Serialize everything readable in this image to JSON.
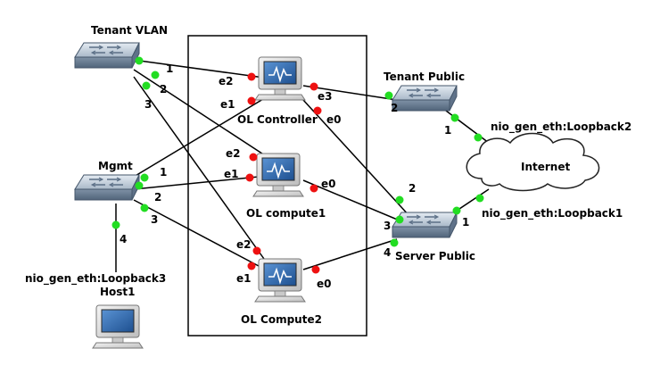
{
  "nodes": {
    "tenant_vlan": "Tenant VLAN",
    "tenant_public": "Tenant Public",
    "mgmt": "Mgmt",
    "server_public": "Server Public",
    "ol_controller": "OL Controller",
    "ol_compute1": "OL compute1",
    "ol_compute2": "OL Compute2",
    "host1": "Host1",
    "internet": "Internet"
  },
  "link_labels": {
    "loopback2": "nio_gen_eth:Loopback2",
    "loopback1": "nio_gen_eth:Loopback1",
    "loopback3": "nio_gen_eth:Loopback3"
  },
  "ports": {
    "tv_1": "1",
    "tv_2": "2",
    "tv_3": "3",
    "ctl_e2": "e2",
    "ctl_e1": "e1",
    "ctl_e3": "e3",
    "ctl_e0": "e0",
    "tp_2": "2",
    "tp_1": "1",
    "mg_1": "1",
    "mg_2": "2",
    "mg_3": "3",
    "mg_4": "4",
    "c1_e2": "e2",
    "c1_e1": "e1",
    "c1_e0": "e0",
    "sp_2": "2",
    "sp_3": "3",
    "sp_1": "1",
    "sp_4": "4",
    "c2_e2": "e2",
    "c2_e1": "e1",
    "c2_e0": "e0"
  },
  "colors": {
    "port_up": "#22dd22",
    "port_down": "#ee1111",
    "link": "#000000",
    "switch_body": "#8fa1b5",
    "monitor_screen": "#2f6db5"
  }
}
